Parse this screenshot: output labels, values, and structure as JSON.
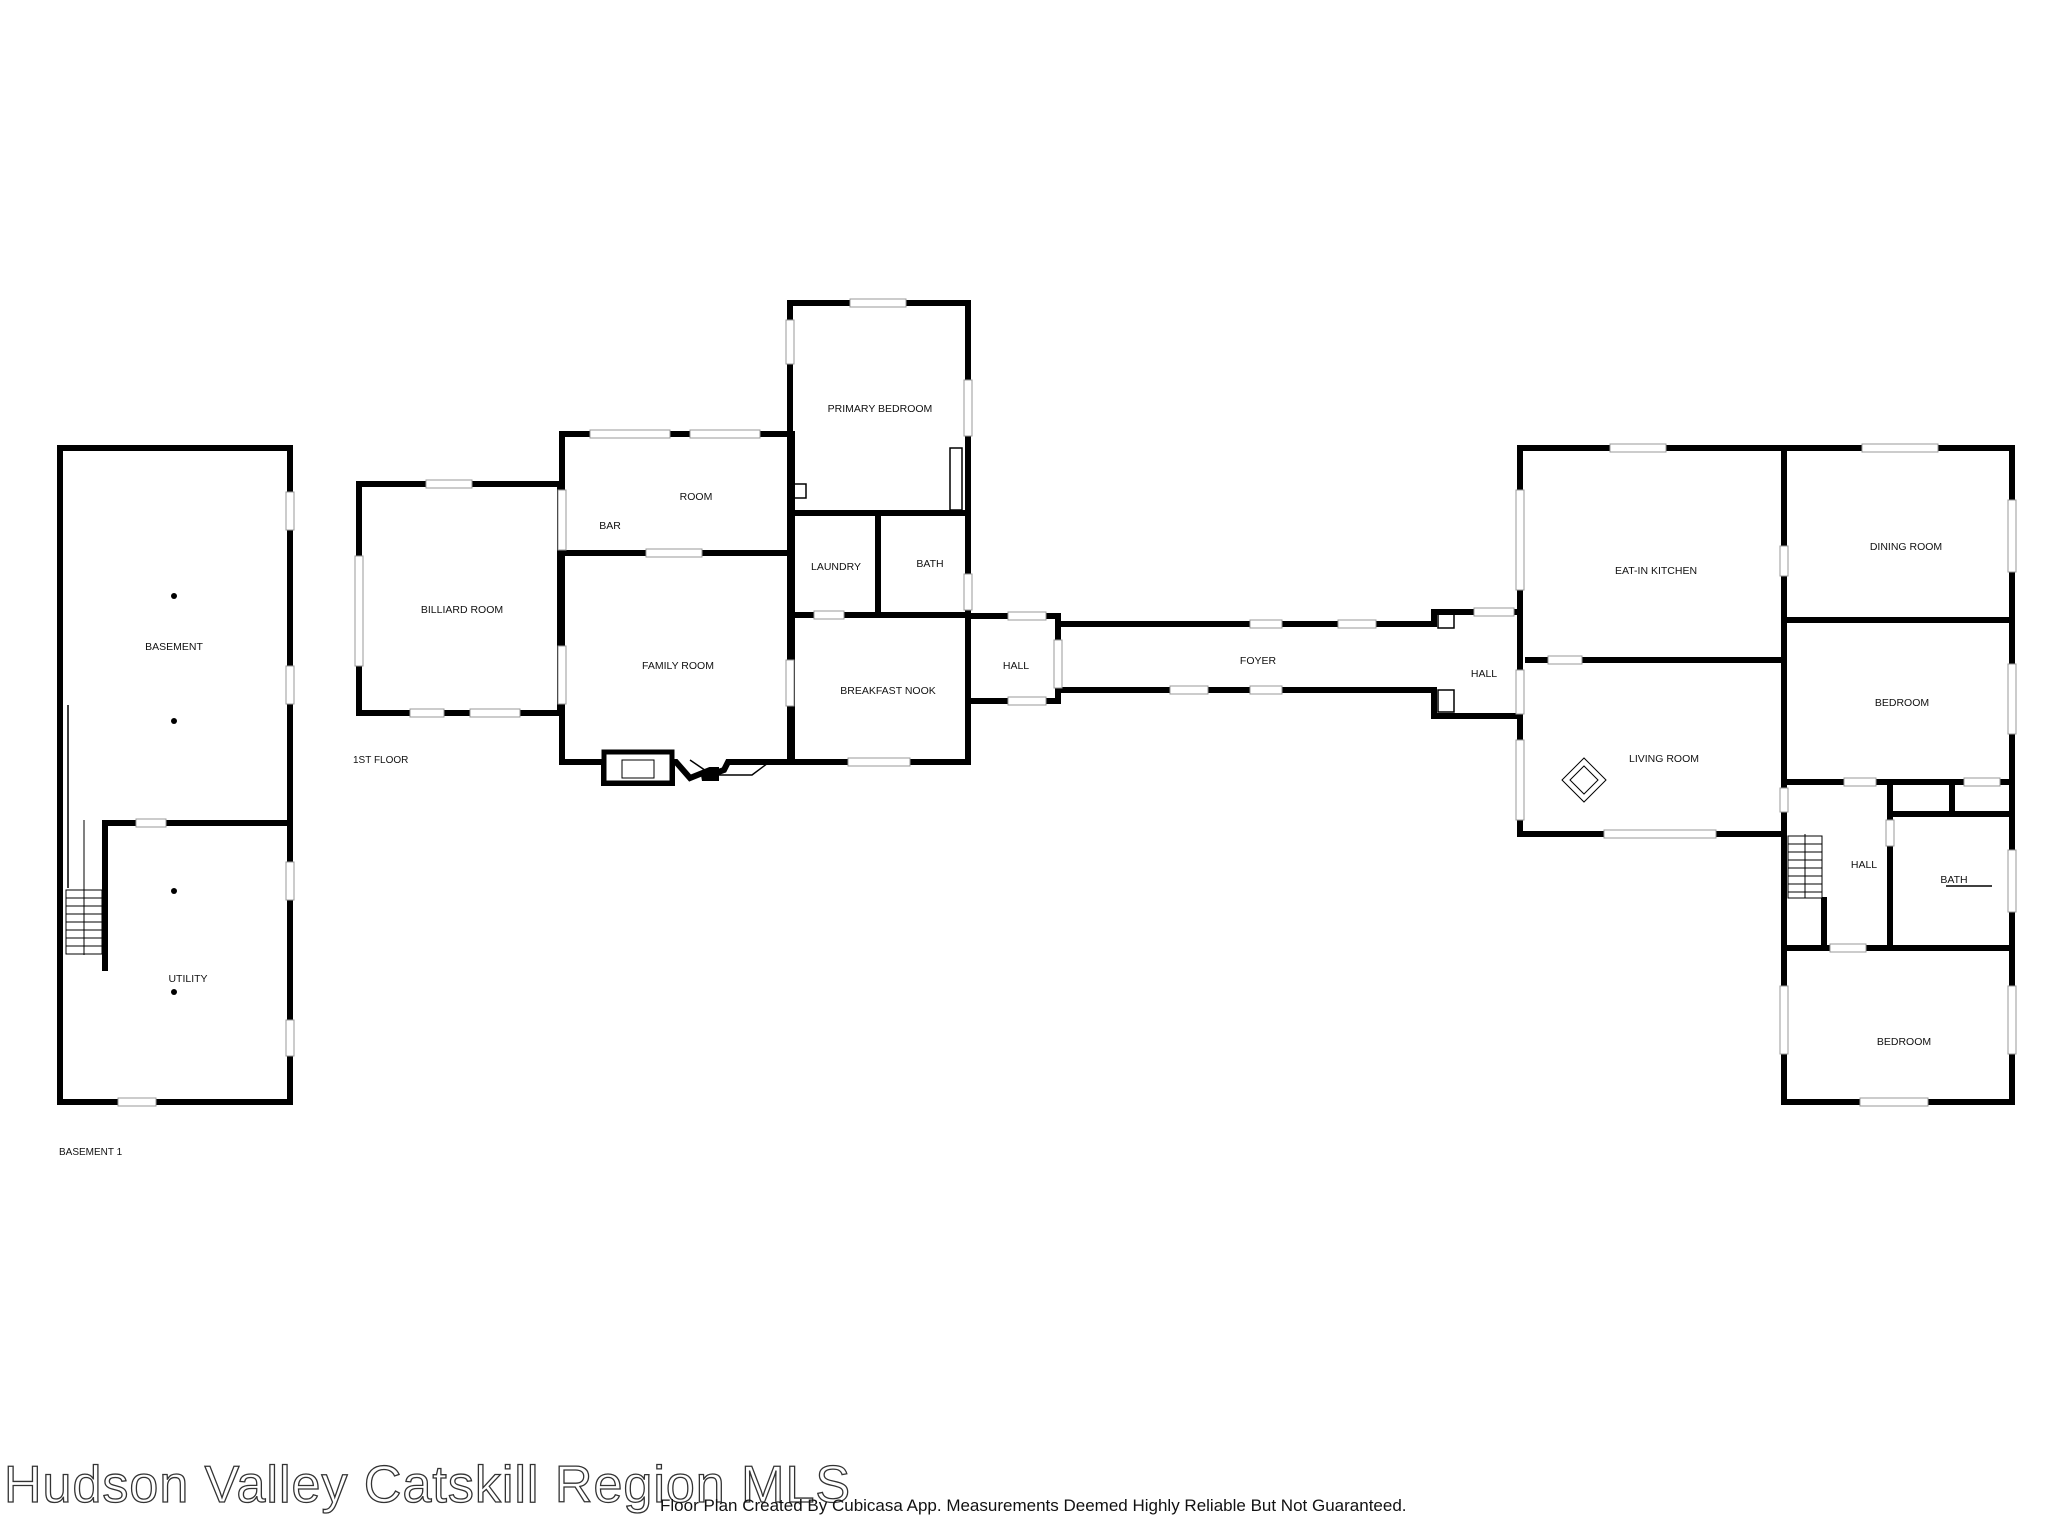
{
  "rooms": {
    "basement": "BASEMENT",
    "utility": "UTILITY",
    "billiard_room": "BILLIARD ROOM",
    "bar": "BAR",
    "room": "ROOM",
    "primary_bedroom": "PRIMARY BEDROOM",
    "laundry": "LAUNDRY",
    "bath_1": "BATH",
    "family_room": "FAMILY ROOM",
    "breakfast_nook": "BREAKFAST NOOK",
    "hall_1": "HALL",
    "foyer": "FOYER",
    "hall_2": "HALL",
    "eat_in_kitchen": "EAT-IN KITCHEN",
    "dining_room": "DINING ROOM",
    "living_room": "LIVING ROOM",
    "bedroom_1": "BEDROOM",
    "hall_3": "HALL",
    "bath_2": "BATH",
    "bedroom_2": "BEDROOM"
  },
  "floors": {
    "first_floor": "1ST FLOOR",
    "basement_1": "BASEMENT 1"
  },
  "footer": {
    "watermark": "Hudson Valley Catskill Region MLS",
    "disclaimer": "Floor Plan Created By Cubicasa App. Measurements Deemed Highly Reliable But Not Guaranteed."
  }
}
